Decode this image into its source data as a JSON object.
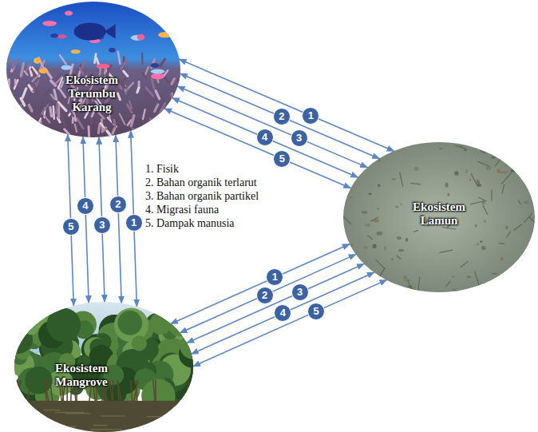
{
  "diagram": {
    "nodes": [
      {
        "text": [
          "Ekosistem Terumbu Karang"
        ]
      },
      {
        "text": [
          "Ekosistem Lamun"
        ]
      },
      {
        "text": [
          "Ekosistem Mangrove"
        ]
      }
    ],
    "edges": [
      {
        "from": 0,
        "to": 1,
        "arrow": "both",
        "label": "1"
      },
      {
        "from": 0,
        "to": 1,
        "arrow": "both",
        "label": "2"
      },
      {
        "from": 0,
        "to": 1,
        "arrow": "both",
        "label": "3"
      },
      {
        "from": 0,
        "to": 1,
        "arrow": "both",
        "label": "4"
      },
      {
        "from": 0,
        "to": 1,
        "arrow": "both",
        "label": "5"
      },
      {
        "from": 0,
        "to": 2,
        "arrow": "both",
        "label": "1"
      },
      {
        "from": 0,
        "to": 2,
        "arrow": "both",
        "label": "2"
      },
      {
        "from": 0,
        "to": 2,
        "arrow": "both",
        "label": "3"
      },
      {
        "from": 0,
        "to": 2,
        "arrow": "both",
        "label": "4"
      },
      {
        "from": 0,
        "to": 2,
        "arrow": "both",
        "label": "5"
      },
      {
        "from": 2,
        "to": 1,
        "arrow": "both",
        "label": "1"
      },
      {
        "from": 2,
        "to": 1,
        "arrow": "both",
        "label": "2"
      },
      {
        "from": 2,
        "to": 1,
        "arrow": "both",
        "label": "3"
      },
      {
        "from": 2,
        "to": 1,
        "arrow": "both",
        "label": "4"
      },
      {
        "from": 2,
        "to": 1,
        "arrow": "both",
        "label": "5"
      }
    ],
    "labels": [
      "1. Fisik",
      "2. Bahan organik terlarut",
      "3. Bahan organik partikel",
      "4. Migrasi fauna",
      "5. Dampak manusia"
    ]
  }
}
